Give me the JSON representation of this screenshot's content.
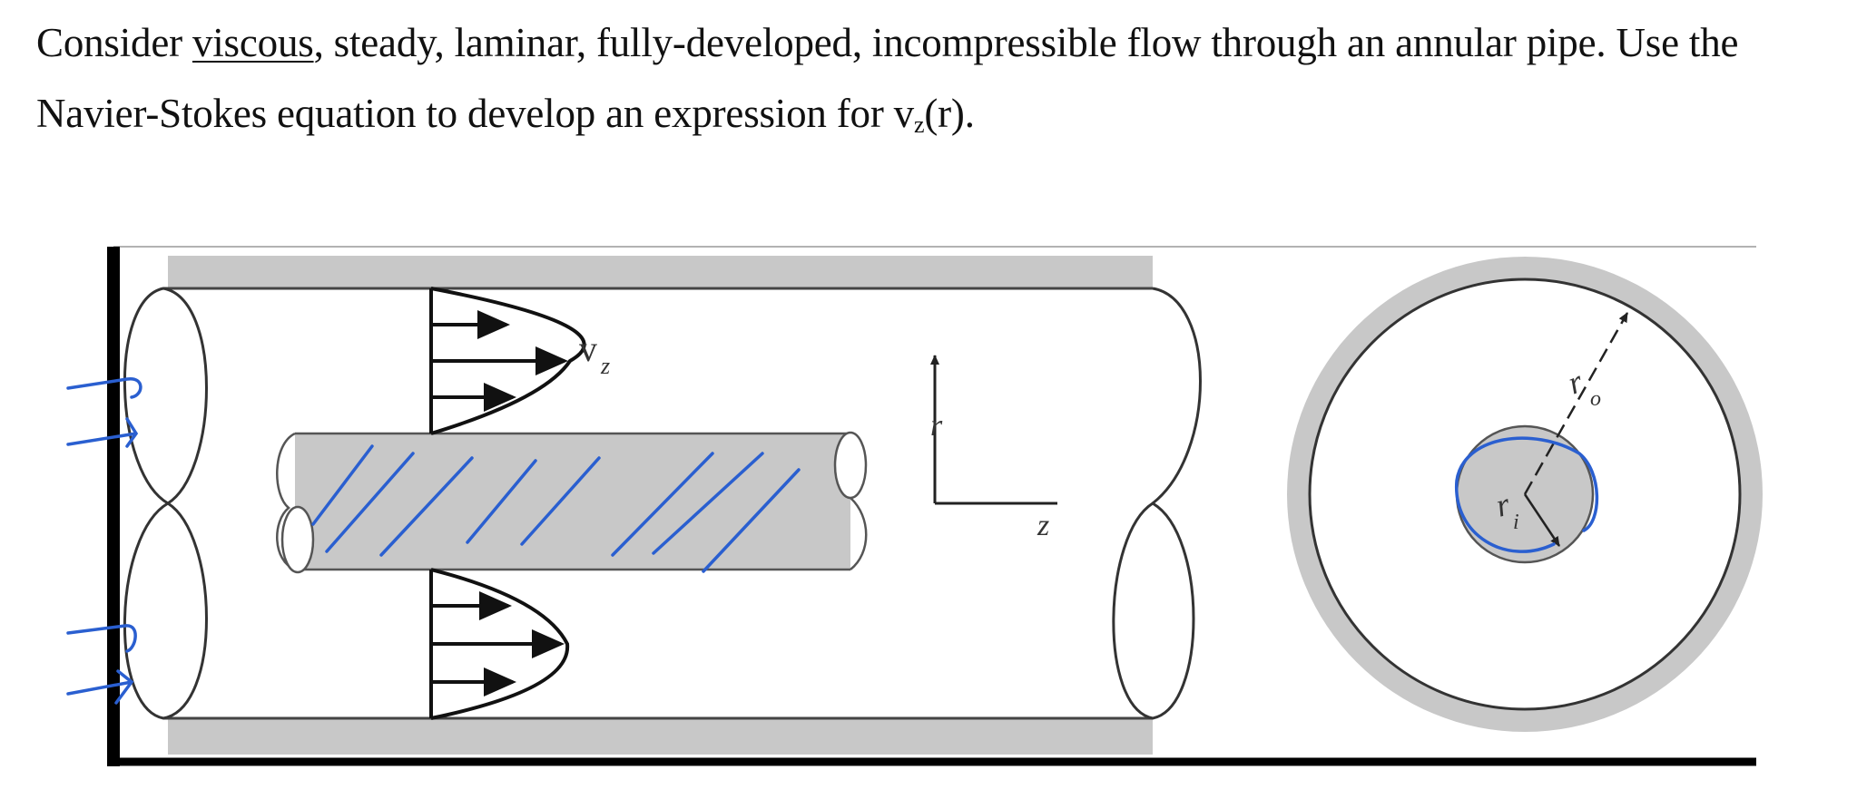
{
  "problem": {
    "part1": "Consider ",
    "underlined": "viscous",
    "part2": ", steady, laminar, fully-developed, incompressible flow through an annular pipe. Use the Navier-Stokes equation to develop an expression for v",
    "subscript": "z",
    "part3": "(r)."
  },
  "figure": {
    "velocity_label": "v",
    "velocity_label_sub": "z",
    "axis_r_label": "r",
    "axis_z_label": "z",
    "outer_radius_label": "r",
    "outer_radius_sub": "o",
    "inner_radius_label": "r",
    "inner_radius_sub": "i"
  },
  "colors": {
    "wall_gray": "#c8c8c8",
    "ink_blue": "#2a5fd0",
    "line": "#222222"
  }
}
